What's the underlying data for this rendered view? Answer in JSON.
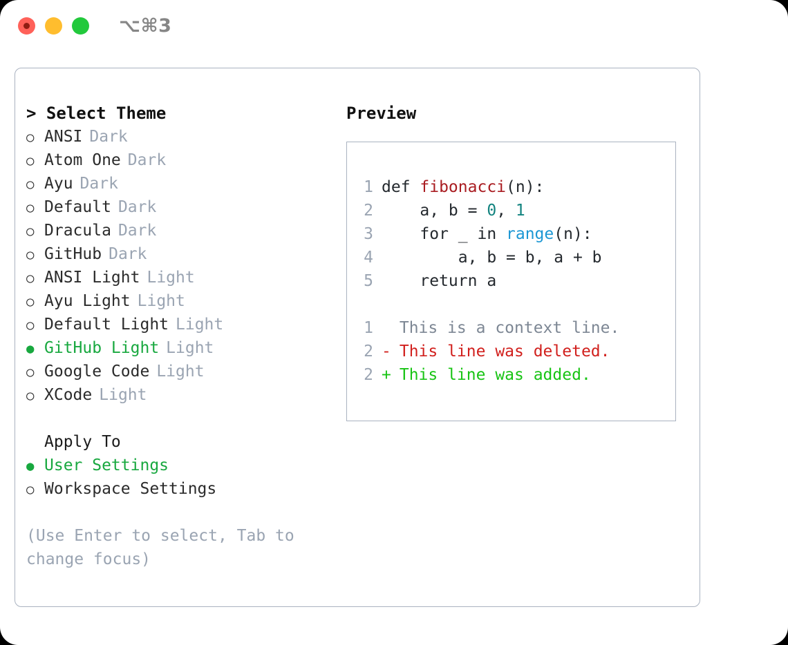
{
  "titlebar": {
    "shortcut": "⌥⌘3",
    "traffic_lights": [
      "close",
      "minimize",
      "zoom"
    ],
    "colors": {
      "close": "#ff6159",
      "minimize": "#ffbd2e",
      "zoom": "#22c93c"
    }
  },
  "colors": {
    "accent_green": "#18a83f",
    "muted": "#9aa4b2",
    "border": "#a9b2c0",
    "text": "#2b2b2b",
    "syntax_function": "#a91c21",
    "syntax_number": "#12837f",
    "syntax_call": "#1b97d4",
    "diff_added": "#18c414",
    "diff_deleted": "#d1201d",
    "diff_context": "#7d8794"
  },
  "left": {
    "heading": "> Select Theme",
    "themes": [
      {
        "marker": "○",
        "name": "ANSI",
        "variant": "Dark",
        "selected": false
      },
      {
        "marker": "○",
        "name": "Atom One",
        "variant": "Dark",
        "selected": false
      },
      {
        "marker": "○",
        "name": "Ayu",
        "variant": "Dark",
        "selected": false
      },
      {
        "marker": "○",
        "name": "Default",
        "variant": "Dark",
        "selected": false
      },
      {
        "marker": "○",
        "name": "Dracula",
        "variant": "Dark",
        "selected": false
      },
      {
        "marker": "○",
        "name": "GitHub",
        "variant": "Dark",
        "selected": false
      },
      {
        "marker": "○",
        "name": "ANSI Light",
        "variant": "Light",
        "selected": false
      },
      {
        "marker": "○",
        "name": "Ayu Light",
        "variant": "Light",
        "selected": false
      },
      {
        "marker": "○",
        "name": "Default Light",
        "variant": "Light",
        "selected": false
      },
      {
        "marker": "●",
        "name": "GitHub Light",
        "variant": "Light",
        "selected": true
      },
      {
        "marker": "○",
        "name": "Google Code",
        "variant": "Light",
        "selected": false
      },
      {
        "marker": "○",
        "name": "XCode",
        "variant": "Light",
        "selected": false
      }
    ],
    "apply_to_heading": "Apply To",
    "apply_to": [
      {
        "marker": "●",
        "name": "User Settings",
        "selected": true
      },
      {
        "marker": "○",
        "name": "Workspace Settings",
        "selected": false
      }
    ],
    "help_text": "(Use Enter to select, Tab to change focus)"
  },
  "right": {
    "heading": "Preview",
    "code": [
      {
        "ln": "1",
        "parts": [
          {
            "t": "def ",
            "c": "plain"
          },
          {
            "t": "fibonacci",
            "c": "fn"
          },
          {
            "t": "(n):",
            "c": "plain"
          }
        ]
      },
      {
        "ln": "2",
        "parts": [
          {
            "t": "    a, b = ",
            "c": "plain"
          },
          {
            "t": "0",
            "c": "num"
          },
          {
            "t": ", ",
            "c": "plain"
          },
          {
            "t": "1",
            "c": "num"
          }
        ]
      },
      {
        "ln": "3",
        "parts": [
          {
            "t": "    for _ in ",
            "c": "plain"
          },
          {
            "t": "range",
            "c": "call"
          },
          {
            "t": "(n):",
            "c": "plain"
          }
        ]
      },
      {
        "ln": "4",
        "parts": [
          {
            "t": "        a, b = b, a + b",
            "c": "plain"
          }
        ]
      },
      {
        "ln": "5",
        "parts": [
          {
            "t": "    return a",
            "c": "plain"
          }
        ]
      }
    ],
    "diff": [
      {
        "ln": "1",
        "sign": " ",
        "text": "This is a context line.",
        "kind": "context"
      },
      {
        "ln": "2",
        "sign": "-",
        "text": "This line was deleted.",
        "kind": "deleted"
      },
      {
        "ln": "2",
        "sign": "+",
        "text": "This line was added.",
        "kind": "added"
      }
    ]
  }
}
